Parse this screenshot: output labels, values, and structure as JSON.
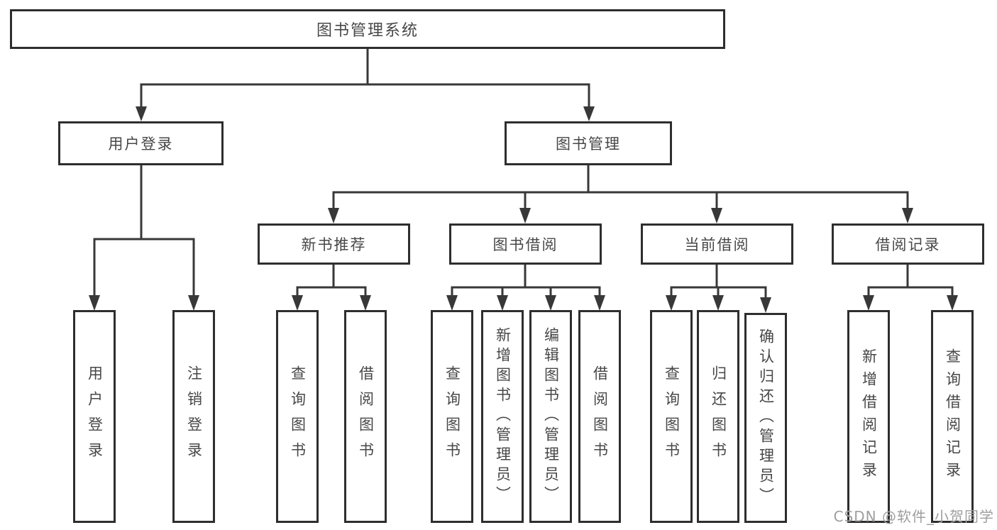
{
  "nodes": {
    "root": "图书管理系统",
    "user_login": "用户登录",
    "book_management": "图书管理",
    "new_book_recommend": "新书推荐",
    "book_borrowing": "图书借阅",
    "current_borrowing": "当前借阅",
    "borrowing_records": "借阅记录",
    "leaf_user_login": "用户登录",
    "leaf_logout": "注销登录",
    "recommend_query_book": "查询图书",
    "recommend_borrow_book": "借阅图书",
    "borrowing_query_book": "查询图书",
    "borrowing_add_book_admin": "新增图书（管理员）",
    "borrowing_edit_book_admin": "编辑图书（管理员）",
    "borrowing_borrow_book": "借阅图书",
    "current_query_book": "查询图书",
    "current_return_book": "归还图书",
    "current_confirm_return_admin": "确认归还（管理员）",
    "records_add_record": "新增借阅记录",
    "records_query_record": "查询借阅记录"
  },
  "watermark": "CSDN @软件_小贺同学",
  "colors": {
    "line": "#383838",
    "box_border": "#2e2e2e",
    "box_fill": "#ffffff",
    "text": "#474747",
    "watermark": "#9e9e9e",
    "background": "#ffffff"
  }
}
